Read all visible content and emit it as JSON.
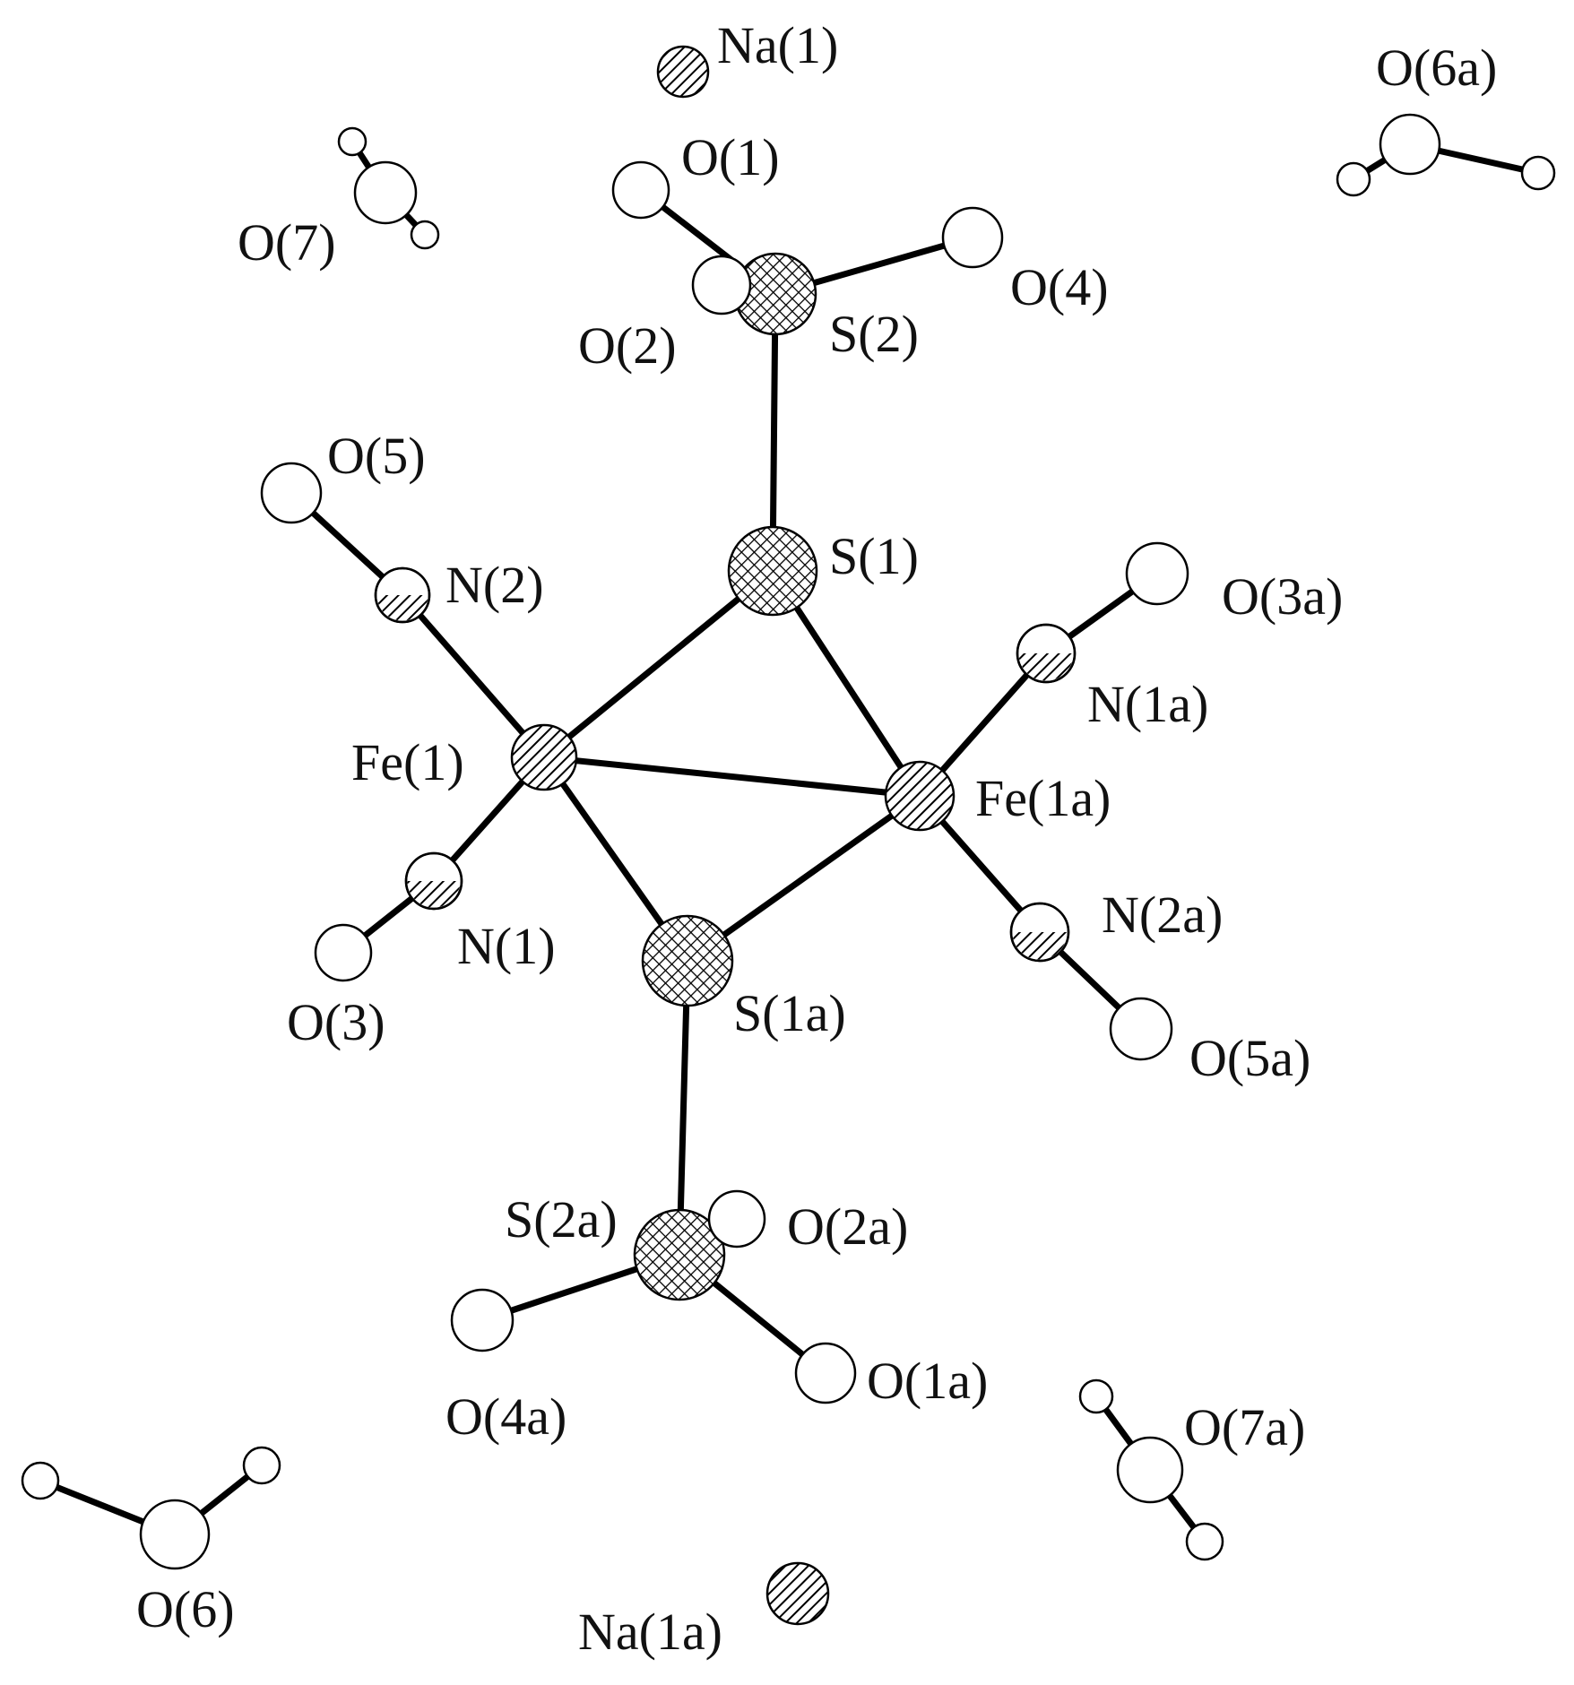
{
  "atoms": [
    {
      "id": "Na1",
      "label": "Na(1)",
      "kind": "hatch"
    },
    {
      "id": "Na1a",
      "label": "Na(1a)",
      "kind": "hatch"
    },
    {
      "id": "S2",
      "label": "S(2)",
      "kind": "cross"
    },
    {
      "id": "S1",
      "label": "S(1)",
      "kind": "cross"
    },
    {
      "id": "S1a",
      "label": "S(1a)",
      "kind": "cross"
    },
    {
      "id": "S2a",
      "label": "S(2a)",
      "kind": "cross"
    },
    {
      "id": "Fe1",
      "label": "Fe(1)",
      "kind": "hatch"
    },
    {
      "id": "Fe1a",
      "label": "Fe(1a)",
      "kind": "hatch"
    },
    {
      "id": "N2",
      "label": "N(2)",
      "kind": "half"
    },
    {
      "id": "N1",
      "label": "N(1)",
      "kind": "half"
    },
    {
      "id": "N1a",
      "label": "N(1a)",
      "kind": "half"
    },
    {
      "id": "N2a",
      "label": "N(2a)",
      "kind": "half"
    },
    {
      "id": "O1",
      "label": "O(1)",
      "kind": "open"
    },
    {
      "id": "O2",
      "label": "O(2)",
      "kind": "open"
    },
    {
      "id": "O4",
      "label": "O(4)",
      "kind": "open"
    },
    {
      "id": "O5",
      "label": "O(5)",
      "kind": "open"
    },
    {
      "id": "O3",
      "label": "O(3)",
      "kind": "open"
    },
    {
      "id": "O3a",
      "label": "O(3a)",
      "kind": "open"
    },
    {
      "id": "O5a",
      "label": "O(5a)",
      "kind": "open"
    },
    {
      "id": "O1a",
      "label": "O(1a)",
      "kind": "open"
    },
    {
      "id": "O2a",
      "label": "O(2a)",
      "kind": "open"
    },
    {
      "id": "O4a",
      "label": "O(4a)",
      "kind": "open"
    },
    {
      "id": "O7",
      "label": "O(7)",
      "kind": "open"
    },
    {
      "id": "O6a",
      "label": "O(6a)",
      "kind": "open"
    },
    {
      "id": "O6",
      "label": "O(6)",
      "kind": "open"
    },
    {
      "id": "O7a",
      "label": "O(7a)",
      "kind": "open"
    },
    {
      "id": "H7_1",
      "label": "",
      "kind": "open"
    },
    {
      "id": "H7_2",
      "label": "",
      "kind": "open"
    },
    {
      "id": "H6a_1",
      "label": "",
      "kind": "open"
    },
    {
      "id": "H6a_2",
      "label": "",
      "kind": "open"
    },
    {
      "id": "H6_1",
      "label": "",
      "kind": "open"
    },
    {
      "id": "H6_2",
      "label": "",
      "kind": "open"
    },
    {
      "id": "H7a_1",
      "label": "",
      "kind": "open"
    },
    {
      "id": "H7a_2",
      "label": "",
      "kind": "open"
    }
  ],
  "bonds": [
    [
      "S2",
      "S1"
    ],
    [
      "S2",
      "O1"
    ],
    [
      "S2",
      "O2"
    ],
    [
      "S2",
      "O4"
    ],
    [
      "S1",
      "Fe1"
    ],
    [
      "S1",
      "Fe1a"
    ],
    [
      "Fe1",
      "Fe1a"
    ],
    [
      "Fe1",
      "S1a"
    ],
    [
      "Fe1a",
      "S1a"
    ],
    [
      "Fe1",
      "N2"
    ],
    [
      "N2",
      "O5"
    ],
    [
      "Fe1",
      "N1"
    ],
    [
      "N1",
      "O3"
    ],
    [
      "Fe1a",
      "N1a"
    ],
    [
      "N1a",
      "O3a"
    ],
    [
      "Fe1a",
      "N2a"
    ],
    [
      "N2a",
      "O5a"
    ],
    [
      "S1a",
      "S2a"
    ],
    [
      "S2a",
      "O2a"
    ],
    [
      "S2a",
      "O4a"
    ],
    [
      "S2a",
      "O1a"
    ],
    [
      "O7",
      "H7_1"
    ],
    [
      "O7",
      "H7_2"
    ],
    [
      "O6a",
      "H6a_1"
    ],
    [
      "O6a",
      "H6a_2"
    ],
    [
      "O6",
      "H6_1"
    ],
    [
      "O6",
      "H6_2"
    ],
    [
      "O7a",
      "H7a_1"
    ],
    [
      "O7a",
      "H7a_2"
    ]
  ],
  "colors": {
    "ink": "#000000",
    "fill": "#ffffff",
    "label": "#111111"
  }
}
